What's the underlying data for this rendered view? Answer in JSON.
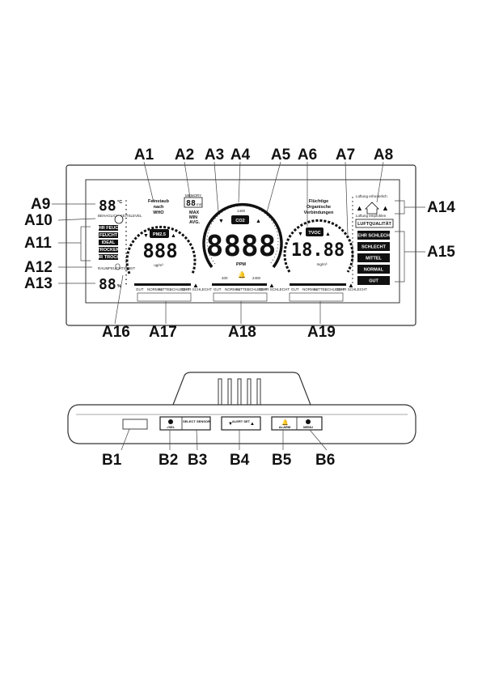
{
  "callouts_top": [
    "A1",
    "A2",
    "A3",
    "A4",
    "A5",
    "A6",
    "A7",
    "A8"
  ],
  "callouts_left": [
    "A9",
    "A10",
    "A11",
    "A12",
    "A13"
  ],
  "callouts_right": [
    "A14",
    "A15"
  ],
  "callouts_bottom": [
    "A16",
    "A17",
    "A18",
    "A19"
  ],
  "callouts_buttons": [
    "B1",
    "B2",
    "B3",
    "B4",
    "B5",
    "B6"
  ],
  "left_panel": {
    "temp_digits": "88",
    "temp_unit": "°C",
    "comfort_label": "BEHAGLICH-KEITSLEVEL",
    "humidity_levels": [
      "SEHR FEUCHT",
      "FEUCHT",
      "IDEAL",
      "TROCKEN",
      "SEHR TROCKEN"
    ],
    "sensor_label": "RAUMFEUCHTIGKEIT",
    "humidity_digits": "88",
    "humidity_unit": "%"
  },
  "pm_gauge": {
    "heading_lines": [
      "Feinstaub",
      "nach",
      "WHO"
    ],
    "badge": "PM2.5",
    "digits": "888",
    "unit": "ug/m³",
    "memory_label": "MEMORY",
    "memory_digits": "88",
    "memory_unit": "min",
    "stats": [
      "MAX",
      "MIN",
      "AVG."
    ],
    "bar_labels": [
      "GUT",
      "NORMAL",
      "MITTEL",
      "SCHLECHT",
      "SEHR SCHLECHT"
    ]
  },
  "co2_gauge": {
    "badge": "CO2",
    "digits": "8888",
    "unit": "PPM",
    "top_value": "1400",
    "left_value": "400",
    "right_value": "2400",
    "bar_labels": [
      "GUT",
      "NORMAL",
      "MITTEL",
      "SCHLECHT",
      "SEHR SCHLECHT"
    ]
  },
  "tvoc_gauge": {
    "heading_lines": [
      "Flüchtige",
      "Organische",
      "Verbindungen"
    ],
    "badge": "TVOC",
    "digits": "18.88",
    "unit": "mg/m³",
    "bar_labels": [
      "GUT",
      "NORMAL",
      "MITTEL",
      "SCHLECHT",
      "SEHR SCHLECHT"
    ]
  },
  "right_panel": {
    "vent_required": "Lüftung erforderlich",
    "vent_recommended": "Lüftung empfohlen",
    "air_quality_label": "LUFTQUALITÄT",
    "levels": [
      "SEHR SCHLECHT",
      "SCHLECHT",
      "MITTEL",
      "NORMAL",
      "GUT"
    ]
  },
  "buttons": {
    "b2_label": "-/SEL",
    "b3_label": "SELECT SENSOR",
    "b4_label": "ALERT SET",
    "b5_label": "ALARM",
    "b6_label": "MENU"
  }
}
